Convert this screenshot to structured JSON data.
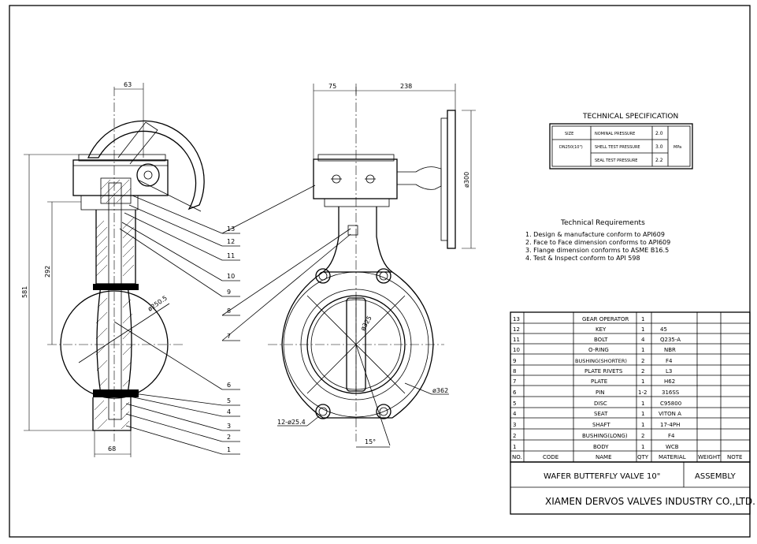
{
  "dimensions": {
    "d63": "63",
    "d75": "75",
    "d238": "238",
    "d581": "581",
    "d292": "292",
    "d68": "68",
    "d250": "ø250.5",
    "d300": "ø300",
    "d325": "ø325",
    "d362": "ø362",
    "bolt_holes": "12-ø25.4",
    "angle": "15°"
  },
  "balloons": [
    "13",
    "12",
    "11",
    "10",
    "9",
    "8",
    "7",
    "6",
    "5",
    "4",
    "3",
    "2",
    "1"
  ],
  "tech_spec": {
    "title": "TECHNICAL  SPECIFICATION",
    "size_label": "SIZE",
    "size_value": "DN250(10\")",
    "rows": [
      {
        "label": "NOMINAL PRESSURE",
        "value": "2.0"
      },
      {
        "label": "SHELL TEST PRESSURE",
        "value": "3.0"
      },
      {
        "label": "SEAL TEST PRESSURE",
        "value": "2.2"
      }
    ],
    "unit": "MPa"
  },
  "requirements": {
    "title": "Technical Requirements",
    "items": [
      "1. Design & manufacture conform to API609",
      "2. Face to Face dimension conforms to API609",
      "3. Flange dimension conforms to ASME B16.5",
      "4. Test & Inspect conform to API 598"
    ]
  },
  "bom": {
    "rows": [
      {
        "no": "13",
        "name": "GEAR OPERATOR",
        "qty": "1",
        "material": ""
      },
      {
        "no": "12",
        "name": "KEY",
        "qty": "1",
        "material": "45"
      },
      {
        "no": "11",
        "name": "BOLT",
        "qty": "4",
        "material": "Q235-A"
      },
      {
        "no": "10",
        "name": "O-RING",
        "qty": "1",
        "material": "NBR"
      },
      {
        "no": "9",
        "name": "BUSHING(SHORTER)",
        "qty": "2",
        "material": "F4"
      },
      {
        "no": "8",
        "name": "PLATE RIVETS",
        "qty": "2",
        "material": "L3"
      },
      {
        "no": "7",
        "name": "PLATE",
        "qty": "1",
        "material": "H62"
      },
      {
        "no": "6",
        "name": "PIN",
        "qty": "1-2",
        "material": "316SS"
      },
      {
        "no": "5",
        "name": "DISC",
        "qty": "1",
        "material": "C95800"
      },
      {
        "no": "4",
        "name": "SEAT",
        "qty": "1",
        "material": "VITON A"
      },
      {
        "no": "3",
        "name": "SHAFT",
        "qty": "1",
        "material": "17-4PH"
      },
      {
        "no": "2",
        "name": "BUSHING(LONG)",
        "qty": "2",
        "material": "F4"
      },
      {
        "no": "1",
        "name": "BODY",
        "qty": "1",
        "material": "WCB"
      }
    ],
    "headers": {
      "no": "NO.",
      "code": "CODE",
      "name": "NAME",
      "qty": "QTY",
      "material": "MATERIAL",
      "weight": "WEIGHT",
      "note": "NOTE"
    }
  },
  "title_block": {
    "drawing_title": "WAFER BUTTERFLY VALVE 10\"",
    "type": "ASSEMBLY",
    "company": "XIAMEN DERVOS VALVES INDUSTRY CO.,LTD."
  }
}
